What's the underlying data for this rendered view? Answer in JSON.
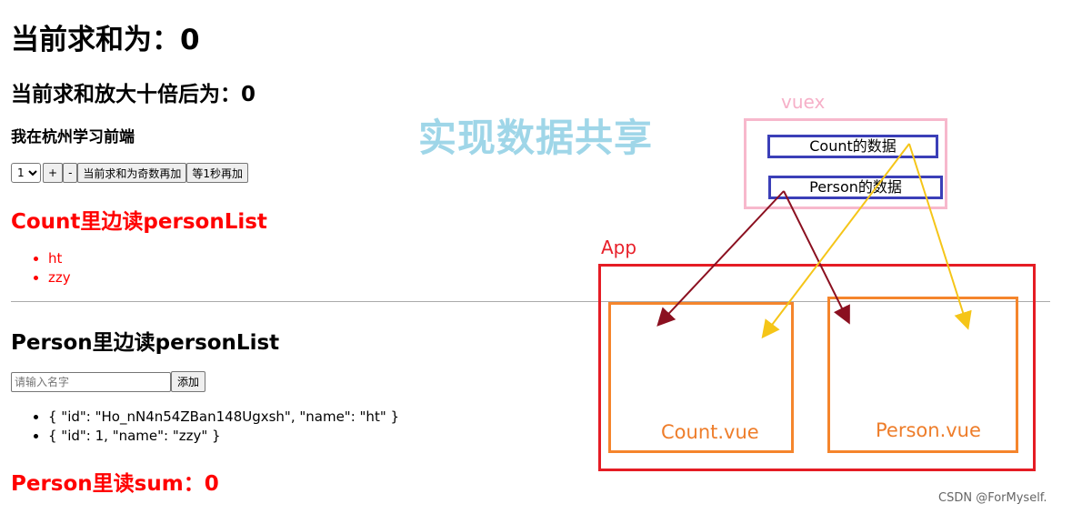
{
  "page": {
    "sum_line": "当前求和为：0",
    "big_sum_line": "当前求和放大十倍后为：0",
    "location_line": "我在杭州学习前端",
    "controls": {
      "select_value": "1",
      "plus_label": "+",
      "minus_label": "-",
      "odd_add_label": "当前求和为奇数再加",
      "wait_add_label": "等1秒再加"
    },
    "count_list_title": "Count里边读personList",
    "count_list": [
      "ht",
      "zzy"
    ],
    "person_title": "Person里边读personList",
    "input_placeholder": "请输入名字",
    "add_button_label": "添加",
    "person_list": [
      "{ \"id\": \"Ho_nN4n54ZBan148Ugxsh\", \"name\": \"ht\" }",
      "{ \"id\": 1, \"name\": \"zzy\" }"
    ],
    "person_sum_line": "Person里读sum：0"
  },
  "diagram": {
    "title": "实现数据共享",
    "vuex_label": "vuex",
    "count_data_label": "Count的数据",
    "person_data_label": "Person的数据",
    "app_label": "App",
    "count_vue_label": "Count.vue",
    "person_vue_label": "Person.vue",
    "colors": {
      "title": "#9fd6e8",
      "vuex": "#f6b0c8",
      "data_box": "#3b3fb8",
      "app": "#e51c24",
      "component": "#f5852c",
      "person_arrows": "#8b1020",
      "count_arrows": "#f5c518"
    }
  },
  "watermark": "CSDN @ForMyself."
}
